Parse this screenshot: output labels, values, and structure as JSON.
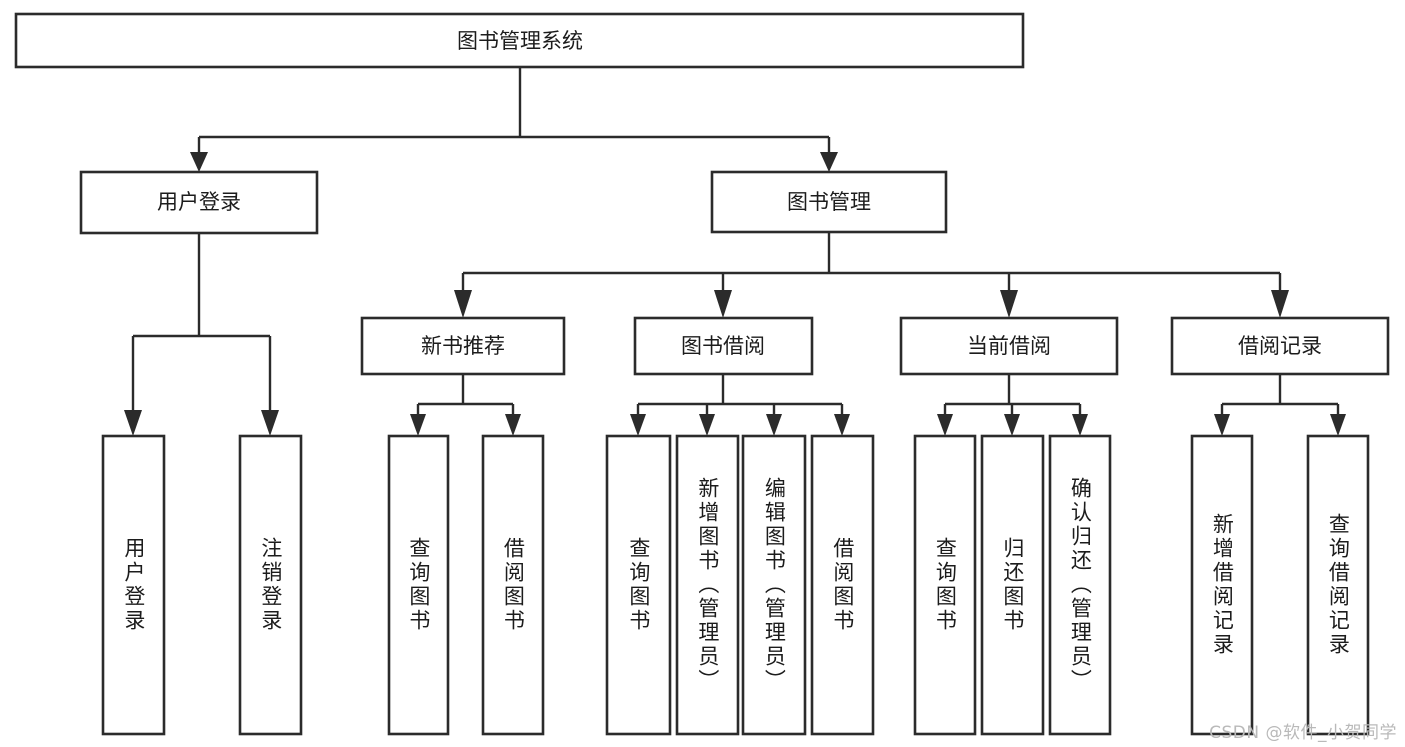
{
  "diagram": {
    "type": "tree-hierarchy",
    "title": "图书管理系统",
    "watermark": "CSDN @软件_小贺同学",
    "colors": {
      "background": "#ffffff",
      "box_stroke": "#2b2b2b",
      "box_fill": "#ffffff",
      "text": "#1c1c1c",
      "watermark_text": "#b9b9b9"
    },
    "nodes": {
      "root": {
        "label": "图书管理系统",
        "orientation": "horizontal"
      },
      "level2": [
        {
          "id": "user-login",
          "label": "用户登录",
          "orientation": "horizontal"
        },
        {
          "id": "book-manage",
          "label": "图书管理",
          "orientation": "horizontal"
        }
      ],
      "level3": [
        {
          "id": "new-book-recommend",
          "label": "新书推荐",
          "orientation": "horizontal"
        },
        {
          "id": "book-borrow",
          "label": "图书借阅",
          "orientation": "horizontal"
        },
        {
          "id": "current-borrow",
          "label": "当前借阅",
          "orientation": "horizontal"
        },
        {
          "id": "borrow-record",
          "label": "借阅记录",
          "orientation": "horizontal"
        }
      ],
      "leaves": {
        "user-login": [
          {
            "id": "leaf-user-login",
            "label": "用户登录",
            "orientation": "vertical"
          },
          {
            "id": "leaf-logout-login",
            "label": "注销登录",
            "orientation": "vertical"
          }
        ],
        "new-book-recommend": [
          {
            "id": "leaf-query-book-1",
            "label": "查询图书",
            "orientation": "vertical"
          },
          {
            "id": "leaf-borrow-book-1",
            "label": "借阅图书",
            "orientation": "vertical"
          }
        ],
        "book-borrow": [
          {
            "id": "leaf-query-book-2",
            "label": "查询图书",
            "orientation": "vertical"
          },
          {
            "id": "leaf-add-book",
            "label": "新增图书（管理员）",
            "orientation": "vertical"
          },
          {
            "id": "leaf-edit-book",
            "label": "编辑图书（管理员）",
            "orientation": "vertical"
          },
          {
            "id": "leaf-borrow-book-2",
            "label": "借阅图书",
            "orientation": "vertical"
          }
        ],
        "current-borrow": [
          {
            "id": "leaf-query-book-3",
            "label": "查询图书",
            "orientation": "vertical"
          },
          {
            "id": "leaf-return-book",
            "label": "归还图书",
            "orientation": "vertical"
          },
          {
            "id": "leaf-confirm-return",
            "label": "确认归还（管理员）",
            "orientation": "vertical"
          }
        ],
        "borrow-record": [
          {
            "id": "leaf-add-record",
            "label": "新增借阅记录",
            "orientation": "vertical"
          },
          {
            "id": "leaf-query-record",
            "label": "查询借阅记录",
            "orientation": "vertical"
          }
        ]
      }
    }
  }
}
